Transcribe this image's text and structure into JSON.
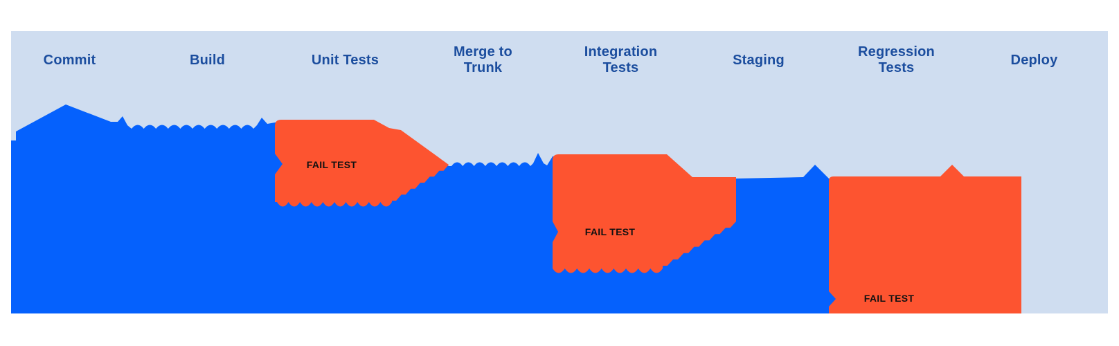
{
  "pipeline": {
    "stages": [
      {
        "label": "Commit"
      },
      {
        "label": "Build"
      },
      {
        "label": "Unit Tests"
      },
      {
        "label": "Merge to\nTrunk"
      },
      {
        "label": "Integration\nTests"
      },
      {
        "label": "Staging"
      },
      {
        "label": "Regression\nTests"
      },
      {
        "label": "Deploy"
      }
    ],
    "fail_annotations": [
      {
        "label": "FAIL TEST",
        "stage": "Unit Tests"
      },
      {
        "label": "FAIL TEST",
        "stage": "Integration Tests"
      },
      {
        "label": "FAIL TEST",
        "stage": "Regression Tests"
      }
    ],
    "colors": {
      "page_background": "#ffffff",
      "panel_background": "#cfddf0",
      "flow": "#0561fd",
      "fail": "#fd5430",
      "stage_label": "#1b4d9e",
      "fail_label": "#111111"
    }
  }
}
